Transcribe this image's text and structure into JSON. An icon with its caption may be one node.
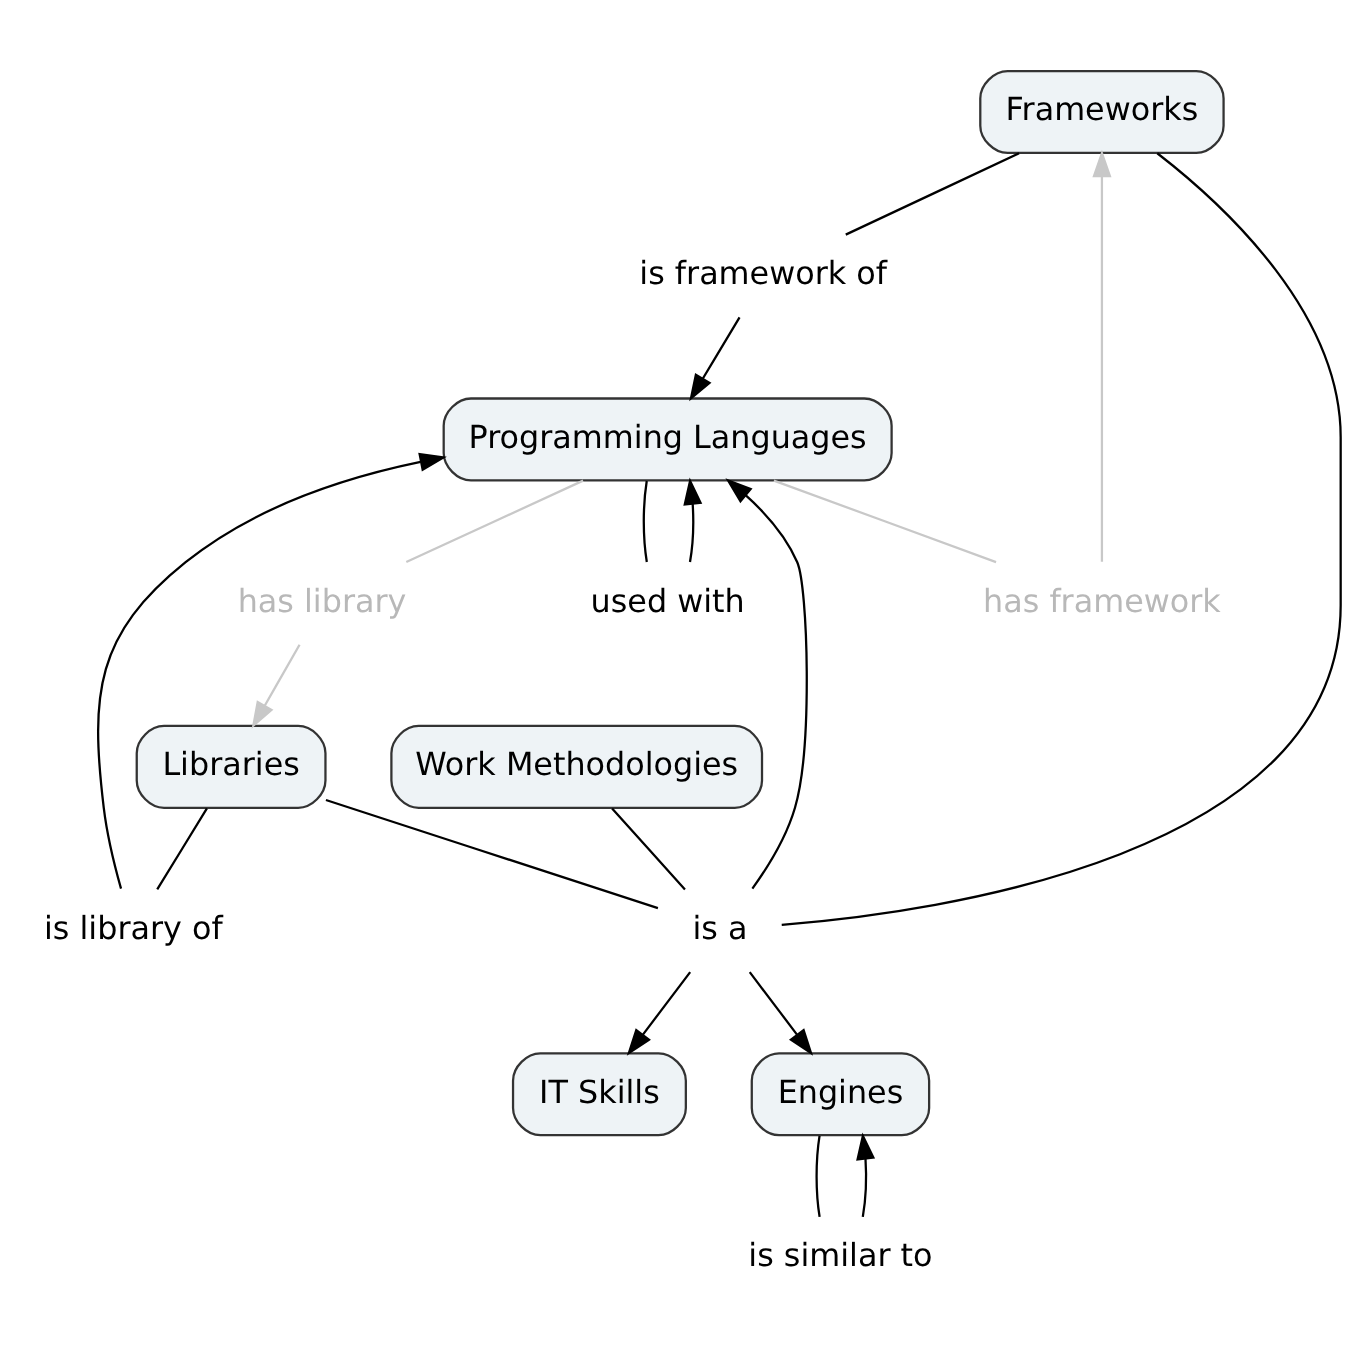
{
  "diagram": {
    "nodes": [
      {
        "text": [
          "Frameworks"
        ]
      },
      {
        "text": [
          "has framework"
        ]
      },
      {
        "text": [
          "is framework of"
        ]
      },
      {
        "text": [
          "used with"
        ]
      },
      {
        "text": [
          "Programming Languages"
        ]
      },
      {
        "text": [
          "is a"
        ]
      },
      {
        "text": [
          "IT Skills"
        ]
      },
      {
        "text": [
          "is library of"
        ]
      },
      {
        "text": [
          "has library"
        ]
      },
      {
        "text": [
          "Libraries"
        ]
      },
      {
        "text": [
          "Engines"
        ]
      },
      {
        "text": [
          "is similar to"
        ]
      },
      {
        "text": [
          "Work Methodologies"
        ]
      }
    ],
    "edges": [
      {
        "from": 0,
        "to": 2,
        "arrow": "none"
      },
      {
        "from": 2,
        "to": 4,
        "arrow": "to"
      },
      {
        "from": 4,
        "to": 1,
        "arrow": "none",
        "color": "#c8c8c8"
      },
      {
        "from": 1,
        "to": 0,
        "arrow": "to",
        "color": "#c8c8c8"
      },
      {
        "from": 4,
        "to": 3,
        "arrow": "none"
      },
      {
        "from": 3,
        "to": 4,
        "arrow": "to"
      },
      {
        "from": 0,
        "to": 5,
        "arrow": "none"
      },
      {
        "from": 5,
        "to": 6,
        "arrow": "to"
      },
      {
        "from": 5,
        "to": 4,
        "arrow": "to"
      },
      {
        "from": 9,
        "to": 5,
        "arrow": "none"
      },
      {
        "from": 5,
        "to": 10,
        "arrow": "to"
      },
      {
        "from": 12,
        "to": 5,
        "arrow": "none"
      },
      {
        "from": 9,
        "to": 7,
        "arrow": "none"
      },
      {
        "from": 7,
        "to": 4,
        "arrow": "to"
      },
      {
        "from": 4,
        "to": 8,
        "arrow": "none",
        "color": "#c8c8c8"
      },
      {
        "from": 8,
        "to": 9,
        "arrow": "to",
        "color": "#c8c8c8"
      },
      {
        "from": 10,
        "to": 11,
        "arrow": "none"
      },
      {
        "from": 11,
        "to": 10,
        "arrow": "to"
      }
    ]
  }
}
